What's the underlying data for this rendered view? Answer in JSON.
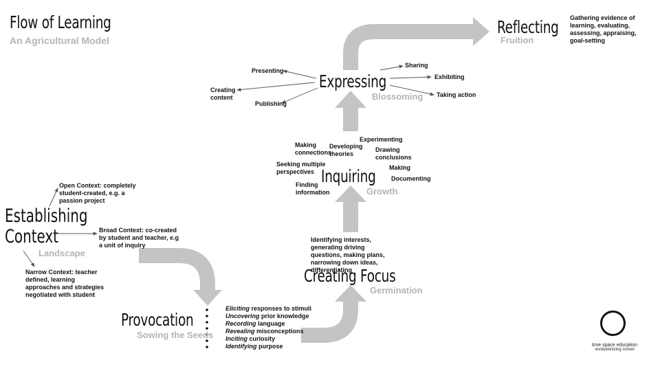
{
  "header": {
    "title": "Flow of Learning",
    "subtitle": "An Agricultural Model"
  },
  "stages": {
    "establishing": {
      "title_line1": "Establishing",
      "title_line2": "Context",
      "subtitle": "Landscape",
      "open": "Open Context: completely student-created, e.g. a passion project",
      "broad": "Broad Context: co-created by student and teacher, e.g a unit of inquiry",
      "narrow": "Narrow Context: teacher defined, learning approaches and strategies negotiated with student"
    },
    "provocation": {
      "title": "Provocation",
      "subtitle": "Sowing the Seeds",
      "lines": [
        {
          "verb": "Eliciting",
          "rest": " responses to stimuli"
        },
        {
          "verb": "Uncovering",
          "rest": " prior knowledge"
        },
        {
          "verb": "Recording",
          "rest": " language"
        },
        {
          "verb": "Revealing",
          "rest": " misconceptions"
        },
        {
          "verb": "Inciting",
          "rest": " curiosity"
        },
        {
          "verb": "Identifying",
          "rest": " purpose"
        }
      ]
    },
    "creating_focus": {
      "title": "Creating Focus",
      "subtitle": "Germination",
      "note": "Identifying interests, generating driving questions, making plans, narrowing down ideas, differentiating"
    },
    "inquiring": {
      "title": "Inquiring",
      "subtitle": "Growth",
      "making_connections": "Making connections",
      "developing_theories": "Developing theories",
      "experimenting": "Experimenting",
      "drawing_conclusions": "Drawing conclusions",
      "seeking": "Seeking multiple perspectives",
      "making": "Making",
      "documenting": "Documenting",
      "finding": "Finding information"
    },
    "expressing": {
      "title": "Expressing",
      "subtitle": "Blossoming",
      "presenting": "Presenting",
      "creating_content": "Creating content",
      "publishing": "Publishing",
      "sharing": "Sharing",
      "exhibiting": "Exhibiting",
      "taking_action": "Taking action"
    },
    "reflecting": {
      "title": "Reflecting",
      "subtitle": "Fruition",
      "note": "Gathering evidence of learning, evaluating, assessing, appraising, goal-setting"
    }
  },
  "logo": {
    "line1": "time space education",
    "line2": "revolutionizing school"
  },
  "colors": {
    "arrow": "#c4c4c4",
    "subtitle": "#b4b4b4",
    "text": "#111111"
  }
}
